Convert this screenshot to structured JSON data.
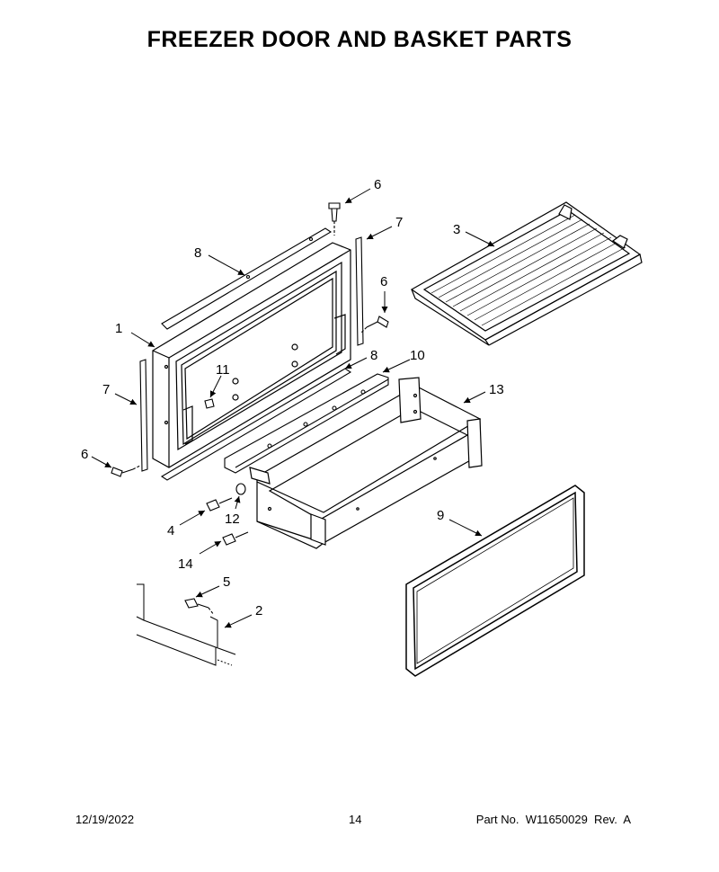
{
  "title": "FREEZER DOOR AND BASKET PARTS",
  "footer": {
    "date": "12/19/2022",
    "page": "14",
    "part": "Part No.  W11650029  Rev.  A"
  },
  "callouts": [
    "1",
    "2",
    "3",
    "4",
    "5",
    "6",
    "6",
    "6",
    "7",
    "7",
    "8",
    "8",
    "9",
    "10",
    "11",
    "12",
    "13",
    "14"
  ]
}
